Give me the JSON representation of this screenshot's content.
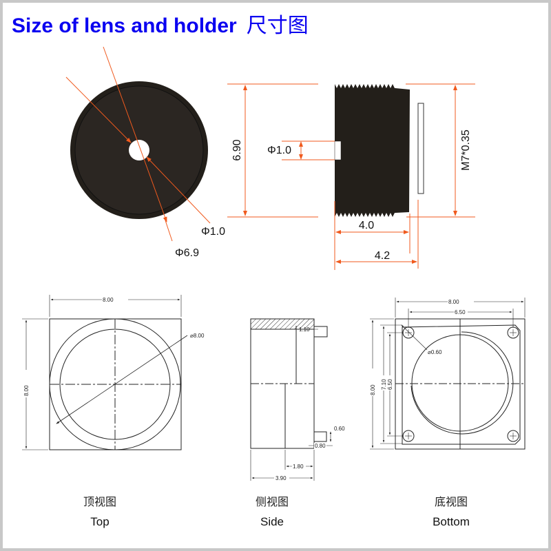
{
  "title": {
    "en": "Size of lens and holder",
    "cn": "尺寸图"
  },
  "colors": {
    "title": "#0a00f0",
    "dimension": "#f05a1e",
    "body": "#231f1a"
  },
  "lens_front": {
    "hole_dia": "Φ1.0",
    "outer_dia": "Φ6.9"
  },
  "lens_side": {
    "height": "6.90",
    "aperture": "Φ1.0",
    "thread": "M7*0.35",
    "length_a": "4.0",
    "length_b": "4.2"
  },
  "holder_top": {
    "width": "8.00",
    "height": "8.00",
    "diameter": "⌀8.00",
    "label_cn": "顶视图",
    "label_en": "Top"
  },
  "holder_side": {
    "dim_110": "1.10",
    "dim_060": "0.60",
    "dim_080": "0.80",
    "dim_180": "1.80",
    "dim_390": "3.90",
    "label_cn": "侧视图",
    "label_en": "Side"
  },
  "holder_bottom": {
    "width": "8.00",
    "hole_span_x": "6.50",
    "height": "8.00",
    "dim_710": "7.10",
    "hole_span_y": "6.50",
    "hole_dia": "⌀0.60",
    "label_cn": "底视图",
    "label_en": "Bottom"
  }
}
